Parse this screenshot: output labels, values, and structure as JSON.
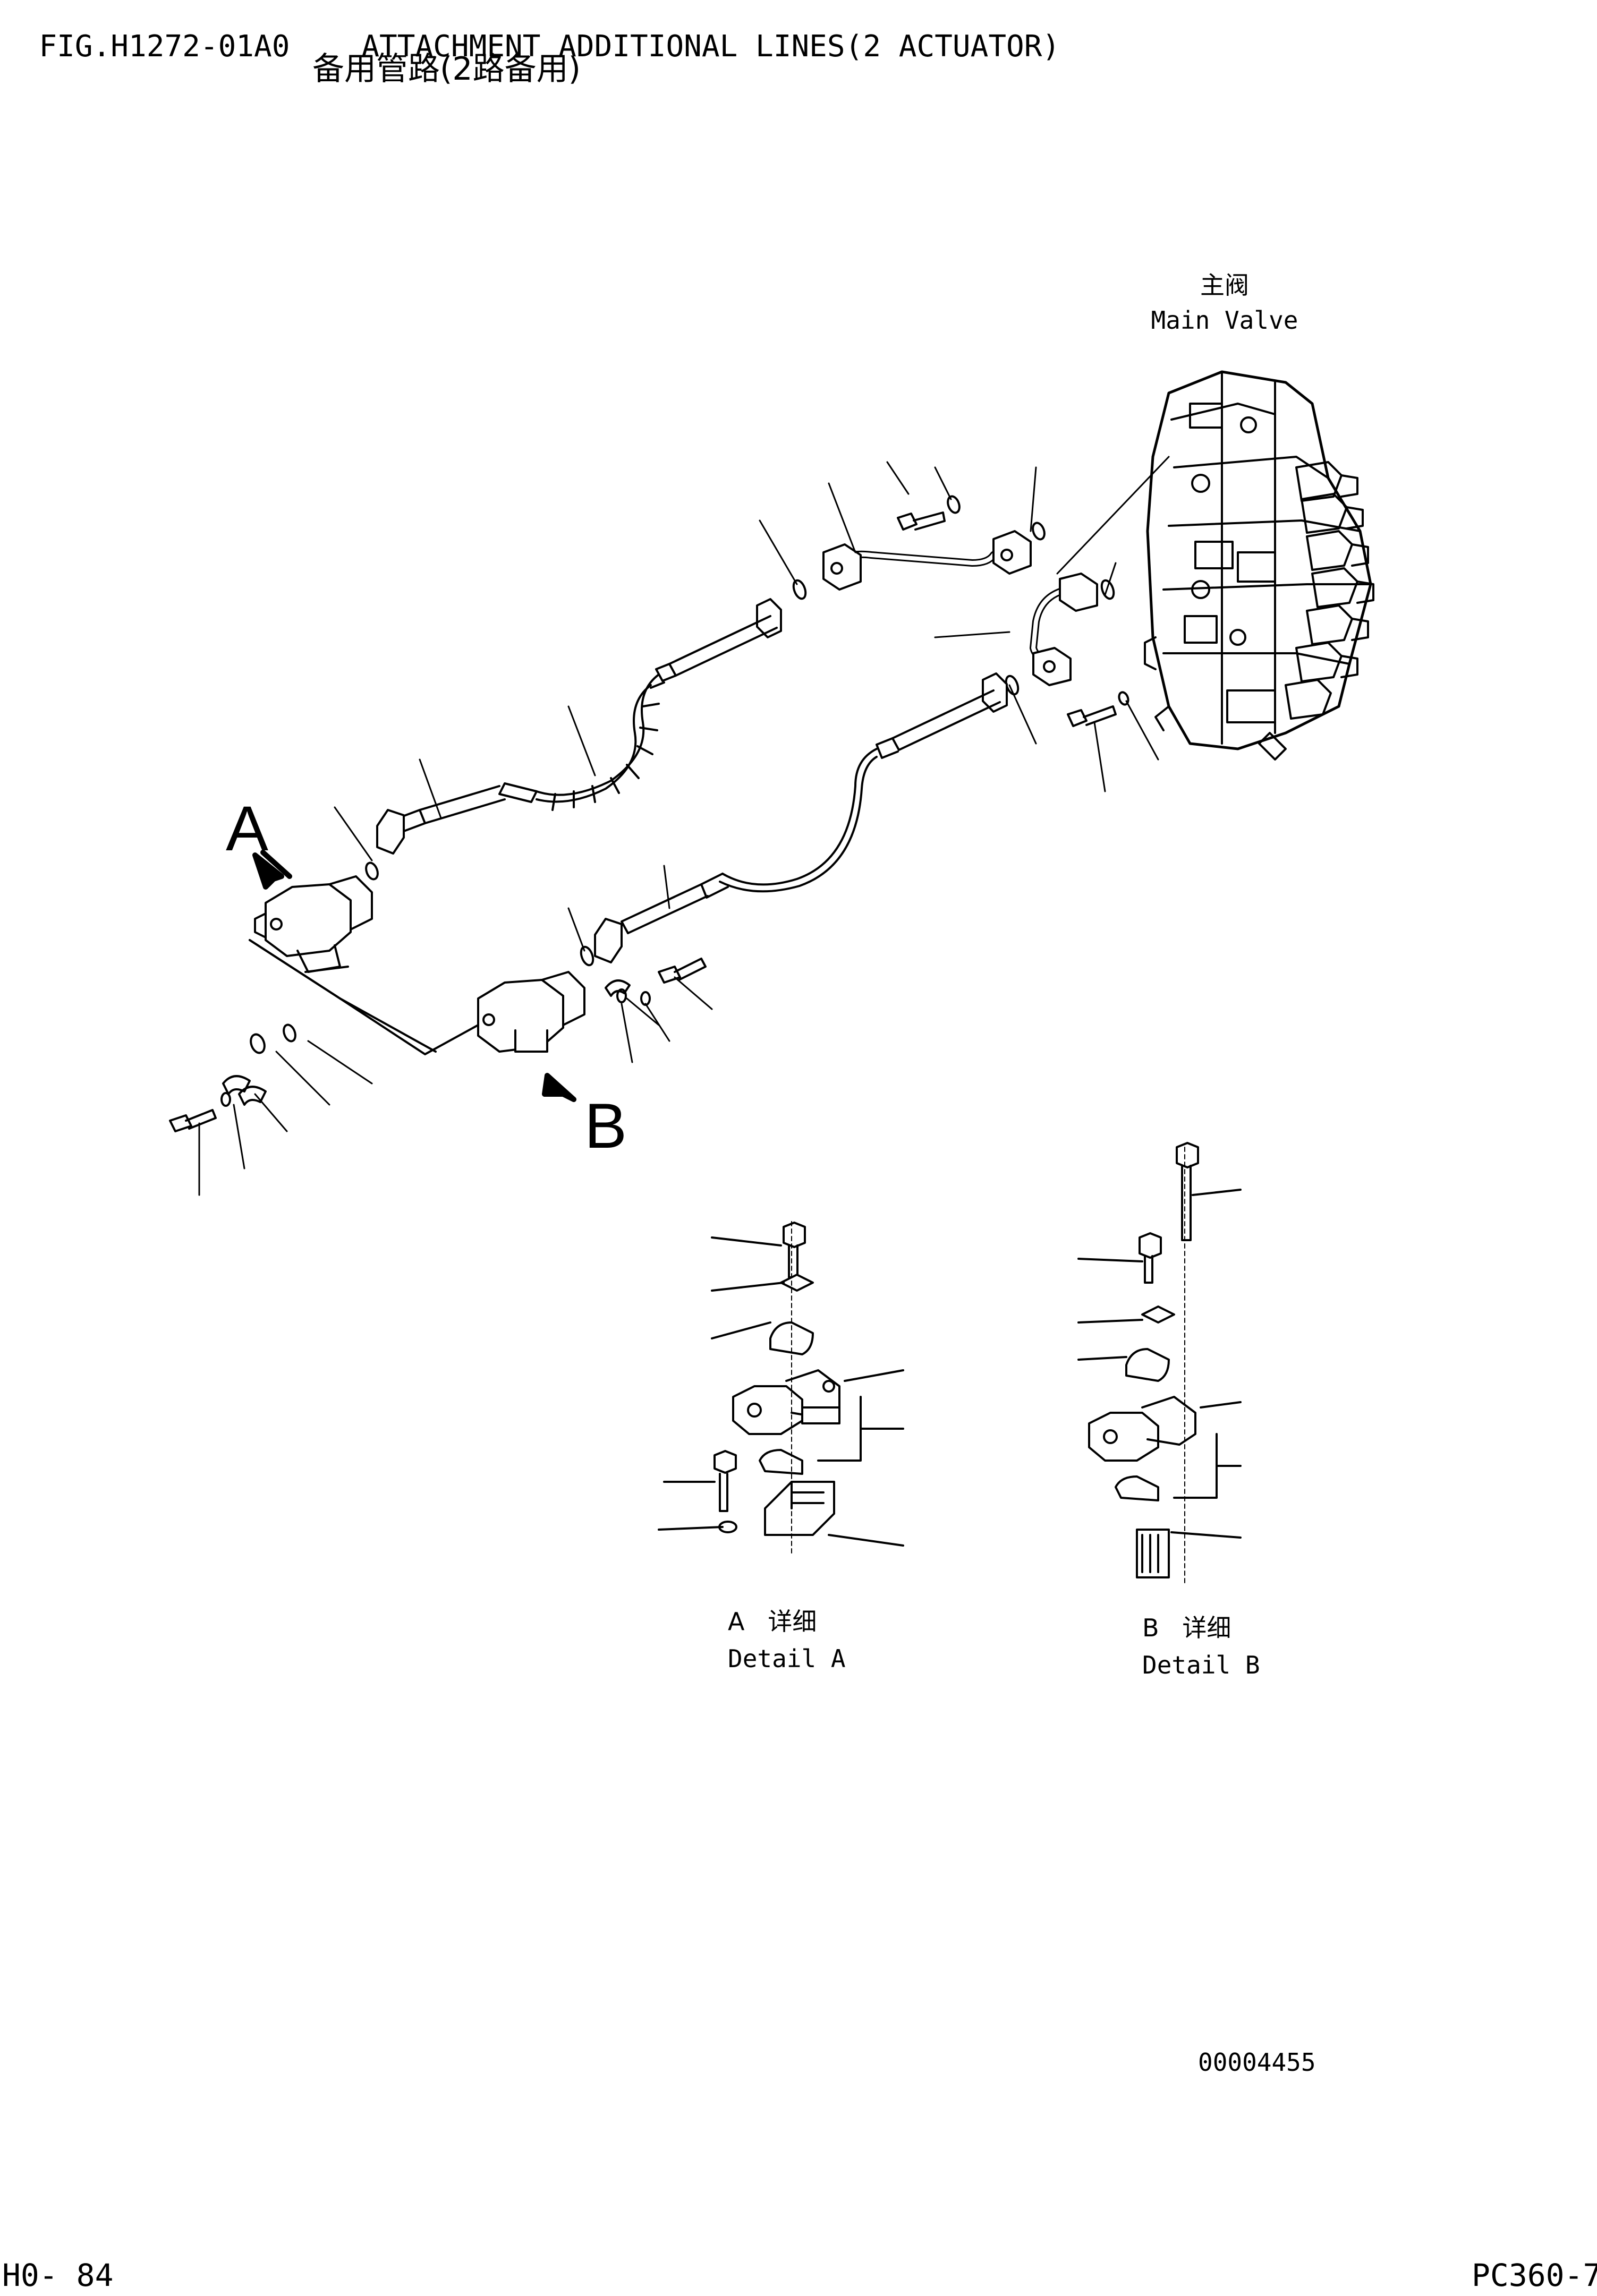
{
  "header": {
    "figure_code": "FIG.H1272-01A0",
    "title_en": "ATTACHMENT ADDITIONAL LINES(2 ACTUATOR)",
    "title_cn": "备用管路(2路备用)"
  },
  "labels": {
    "main_valve_cn": "主阀",
    "main_valve_en": "Main Valve",
    "view_a": "A",
    "view_b": "B",
    "detail_a_cn": "A   详细",
    "detail_a_en": "Detail A",
    "detail_b_cn": "B   详细",
    "detail_b_en": "Detail B"
  },
  "footer": {
    "drawing_number": "00004455",
    "page": "H0- 84",
    "model": "PC360-7"
  },
  "colors": {
    "ink": "#000000",
    "paper": "#ffffff"
  }
}
